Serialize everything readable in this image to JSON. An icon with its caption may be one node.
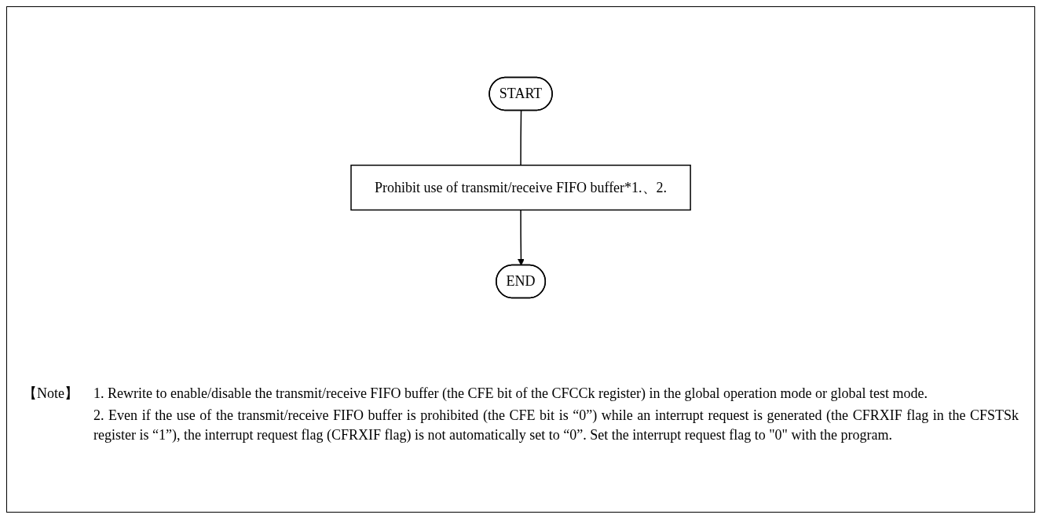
{
  "diagram": {
    "nodes": [
      {
        "text": [
          "START"
        ]
      },
      {
        "text": [
          "Prohibit use of transmit/receive FIFO buffer*1.、2."
        ]
      },
      {
        "text": [
          "END"
        ]
      }
    ],
    "edges": [
      {
        "from": 0,
        "to": 1,
        "arrow": "none"
      },
      {
        "from": 1,
        "to": 2,
        "arrow": "to"
      }
    ],
    "labels": [
      "【Note】",
      "1. Rewrite to enable/disable the transmit/receive FIFO buffer (the CFE bit of the CFCCk register) in the global operation mode or global test mode.",
      "2. Even if the use of the transmit/receive FIFO buffer is prohibited (the CFE bit is “0”) while an interrupt request is generated (the CFRXIF flag in the CFSTSk register is “1”), the interrupt request flag (CFRXIF flag) is not automatically set to “0”. Set the interrupt request flag to \"0\" with the program."
    ]
  }
}
